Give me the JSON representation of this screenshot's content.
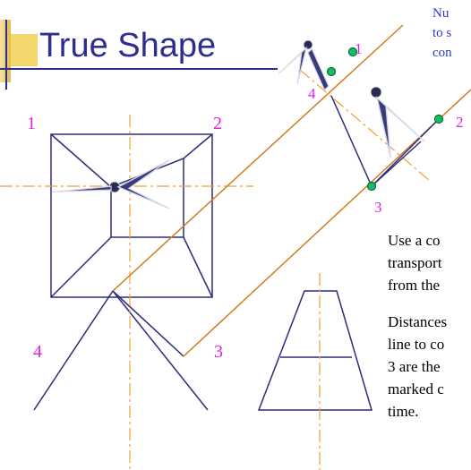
{
  "slide": {
    "title": "True Shape",
    "note_lines": [
      "Nu",
      "to s",
      "con"
    ],
    "body_lines_1": [
      "Use a co",
      "transport",
      "from the"
    ],
    "body_lines_2": [
      "Distances",
      "line  to co",
      "3 are the",
      "marked  c",
      "time."
    ]
  },
  "labels": {
    "plan_corners": [
      "1",
      "2",
      "4",
      "3"
    ],
    "aux_points": [
      "1",
      "4",
      "2",
      "3"
    ]
  },
  "colors": {
    "projector_line": "#d27a1e",
    "axis_line": "#f0a030",
    "label_magenta": "#e11ee6",
    "marker_green": "#12c063",
    "outline": "#2c2c7a"
  },
  "icons": [
    "compass-icon"
  ]
}
